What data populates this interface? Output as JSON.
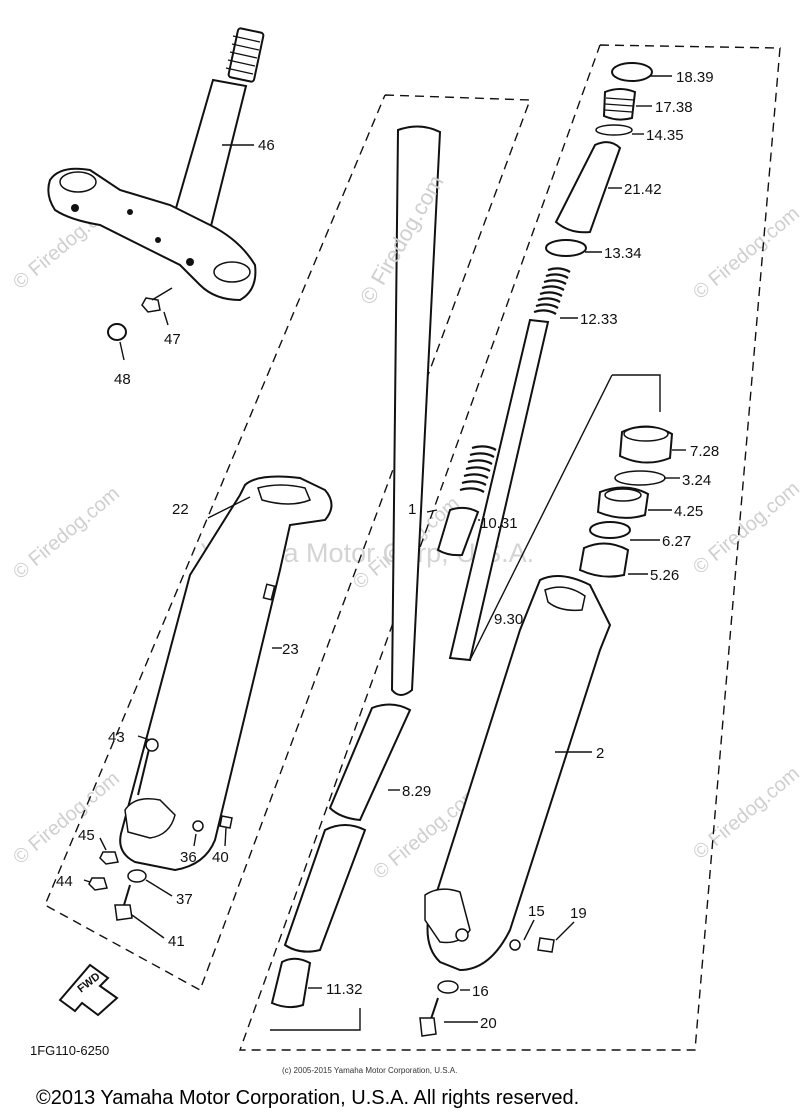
{
  "diagram_code": "1FG110-6250",
  "copyright_small": "(c) 2005-2015 Yamaha Motor Corporation, U.S.A.",
  "copyright_main": "©2013 Yamaha Motor Corporation, U.S.A. All rights reserved.",
  "watermarks": {
    "center_diag": "© Firedog.com",
    "tile": "© Firedog.com",
    "center_horizontal": "Yamaha Motor Corp, U.S.A."
  },
  "fwd_label": "FWD",
  "labels": {
    "p1": "1",
    "p2": "2",
    "p3_24": "3.24",
    "p4_25": "4.25",
    "p5_26": "5.26",
    "p6_27": "6.27",
    "p7_28": "7.28",
    "p8_29": "8.29",
    "p9_30": "9.30",
    "p10_31": "10.31",
    "p11_32": "11.32",
    "p12_33": "12.33",
    "p13_34": "13.34",
    "p14_35": "14.35",
    "p15": "15",
    "p16": "16",
    "p17_38": "17.38",
    "p18_39": "18.39",
    "p19": "19",
    "p20": "20",
    "p21_42": "21.42",
    "p22": "22",
    "p23": "23",
    "p36": "36",
    "p37": "37",
    "p40": "40",
    "p41": "41",
    "p43": "43",
    "p44": "44",
    "p45": "45",
    "p46": "46",
    "p47": "47",
    "p48": "48"
  }
}
